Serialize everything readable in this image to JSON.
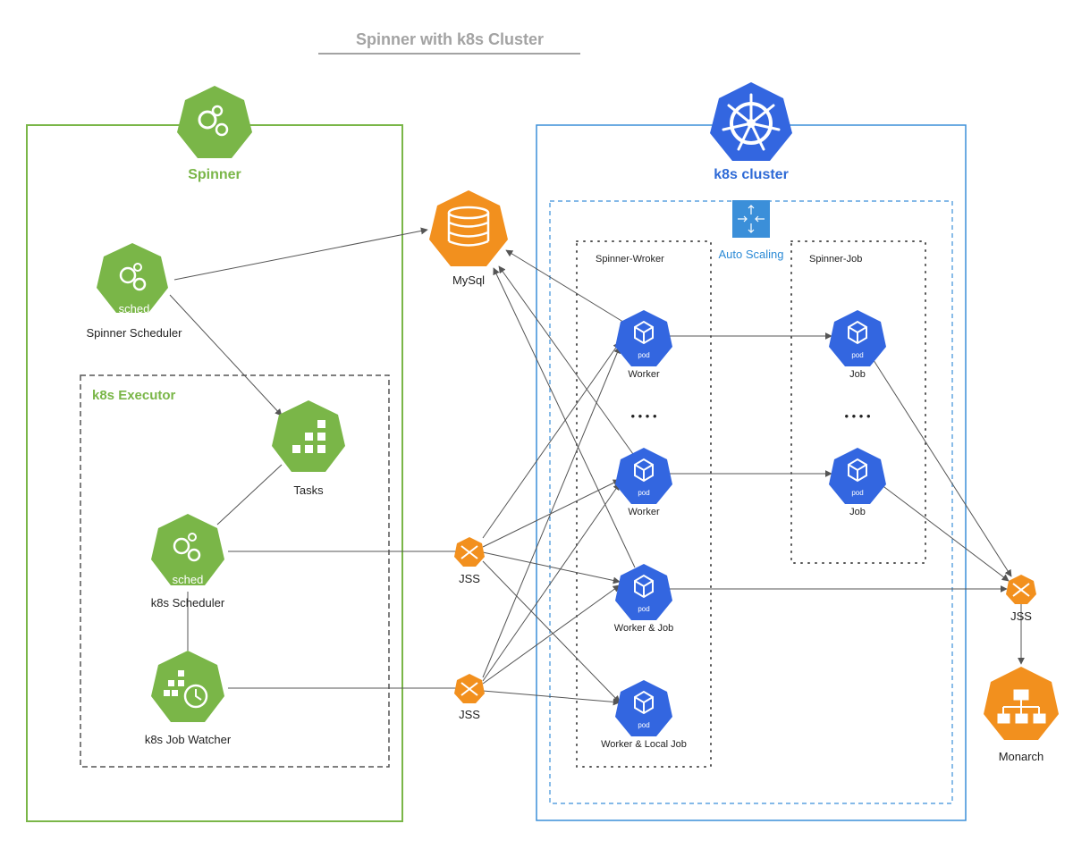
{
  "title": "Spinner with k8s Cluster",
  "groups": {
    "spinner": "Spinner",
    "k8s_cluster": "k8s cluster",
    "k8s_executor": "k8s Executor",
    "auto_scaling": "Auto Scaling",
    "spinner_worker": "Spinner-Wroker",
    "spinner_job": "Spinner-Job"
  },
  "nodes": {
    "spinner_scheduler": "Spinner Scheduler",
    "spinner_scheduler_badge": "sched",
    "mysql": "MySql",
    "tasks": "Tasks",
    "k8s_scheduler": "k8s Scheduler",
    "k8s_scheduler_badge": "sched",
    "k8s_job_watcher": "k8s Job Watcher",
    "jss_1": "JSS",
    "jss_2": "JSS",
    "jss_3": "JSS",
    "monarch": "Monarch",
    "worker_1": "Worker",
    "worker_2": "Worker",
    "worker_job": "Worker & Job",
    "worker_local_job": "Worker & Local Job",
    "job_1": "Job",
    "job_2": "Job",
    "pod_badge": "pod",
    "ellipsis_worker": "• • • •",
    "ellipsis_job": "• • • •"
  },
  "colors": {
    "green": "#7ab648",
    "blue": "#3366e0",
    "orange": "#f2901e",
    "cluster_border": "#3b8fd9"
  }
}
